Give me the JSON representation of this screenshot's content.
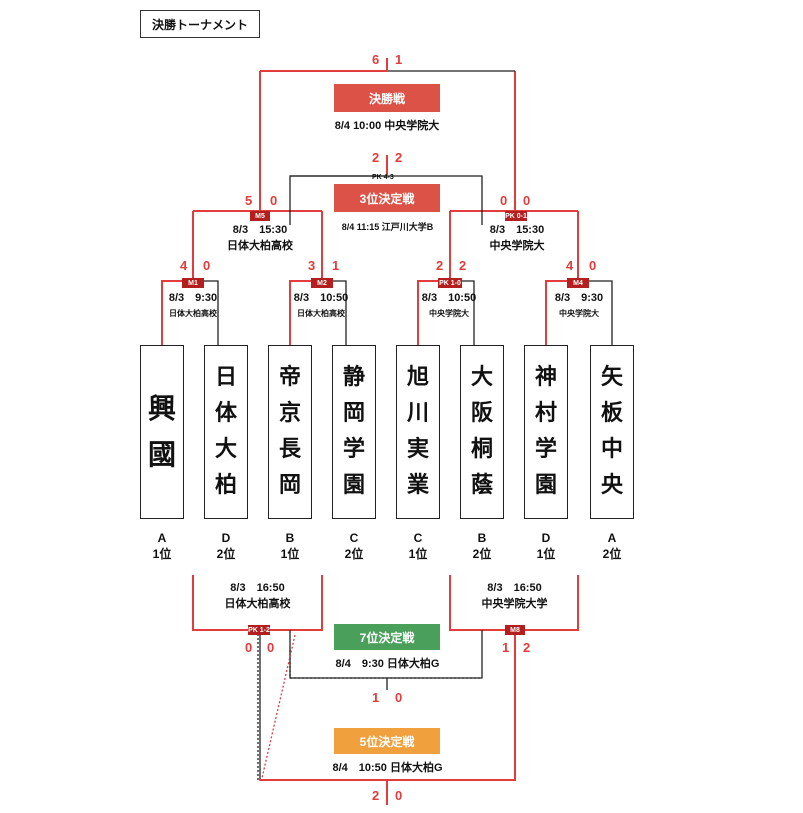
{
  "title": "決勝トーナメント",
  "teams": [
    {
      "name": "興國",
      "group": "A",
      "rank": "1位"
    },
    {
      "name": "日体大柏",
      "group": "D",
      "rank": "2位"
    },
    {
      "name": "帝京長岡",
      "group": "B",
      "rank": "1位"
    },
    {
      "name": "静岡学園",
      "group": "C",
      "rank": "2位"
    },
    {
      "name": "旭川実業",
      "group": "C",
      "rank": "1位"
    },
    {
      "name": "大阪桐蔭",
      "group": "B",
      "rank": "2位"
    },
    {
      "name": "神村学園",
      "group": "D",
      "rank": "1位"
    },
    {
      "name": "矢板中央",
      "group": "A",
      "rank": "2位"
    }
  ],
  "r1": [
    {
      "tag": "M1",
      "date": "8/3　9:30",
      "venue": "日体大柏高校",
      "score_l": "4",
      "score_r": "0"
    },
    {
      "tag": "M2",
      "date": "8/3　10:50",
      "venue": "日体大柏高校",
      "score_l": "3",
      "score_r": "1"
    },
    {
      "tag": "PK 1-0",
      "date": "8/3　10:50",
      "venue": "中央学院大",
      "score_l": "2",
      "score_r": "2"
    },
    {
      "tag": "M4",
      "date": "8/3　9:30",
      "venue": "中央学院大",
      "score_l": "4",
      "score_r": "0"
    }
  ],
  "sf": [
    {
      "tag": "M5",
      "date": "8/3　15:30",
      "venue": "日体大柏高校",
      "score_l": "5",
      "score_r": "0"
    },
    {
      "tag": "PK 0-1",
      "date": "8/3　15:30",
      "venue": "中央学院大",
      "score_l": "0",
      "score_r": "0"
    }
  ],
  "final": {
    "label": "決勝戦",
    "date": "8/4 10:00 中央学院大",
    "score_l": "6",
    "score_r": "1",
    "color": "#dd5246"
  },
  "third": {
    "label": "3位決定戦",
    "info": "8/4 11:15 江戸川大学B",
    "pk": "PK 4-3",
    "score_l": "2",
    "score_r": "2",
    "color": "#dd5246"
  },
  "consolation": [
    {
      "tag": "PK 1-2",
      "date": "8/3　16:50",
      "venue": "日体大柏高校",
      "score_l": "0",
      "score_r": "0"
    },
    {
      "tag": "M8",
      "date": "8/3　16:50",
      "venue": "中央学院大学",
      "score_l": "1",
      "score_r": "2"
    }
  ],
  "seventh": {
    "label": "7位決定戦",
    "info": "8/4　9:30  日体大柏G",
    "score_l": "1",
    "score_r": "0",
    "color": "#4aa05b"
  },
  "fifth": {
    "label": "5位決定戦",
    "info": "8/4　10:50  日体大柏G",
    "score_l": "2",
    "score_r": "0",
    "color": "#f0a03c"
  },
  "colors": {
    "win": "#e23c3c",
    "line": "#222222"
  }
}
